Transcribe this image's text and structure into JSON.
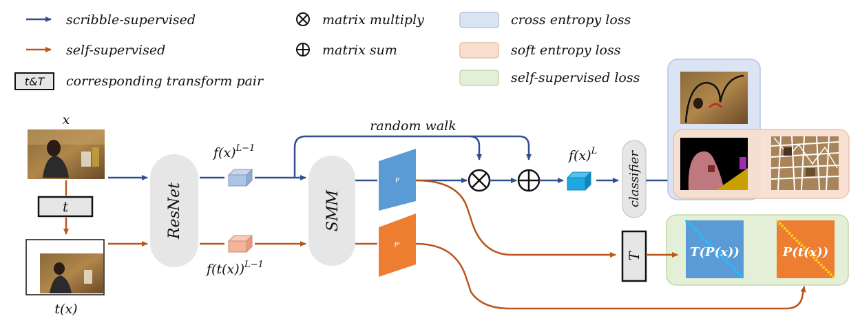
{
  "legend": {
    "scribble": "scribble-supervised",
    "self": "self-supervised",
    "transform_box": "t&T",
    "transform_label": "corresponding transform pair",
    "matmul": "matrix multiply",
    "matsum": "matrix sum",
    "ce_loss": "cross entropy loss",
    "soft_loss": "soft entropy loss",
    "ss_loss": "self-supervised loss"
  },
  "diagram": {
    "input_x": "x",
    "input_tx": "t(x)",
    "transform_t": "t",
    "transform_T": "T",
    "backbone": "ResNet",
    "feat_top": "f(x)",
    "feat_top_sup": "L−1",
    "feat_bottom": "f(t(x))",
    "feat_bottom_sup": "L−1",
    "smm": "SMM",
    "random_walk": "random walk",
    "p_label": "P",
    "p_prime_label": "P'",
    "feat_final": "f(x)",
    "feat_final_sup": "L",
    "classifier": "classifier",
    "tpx": "T(P(x))",
    "ptx": "P(t(x))"
  },
  "colors": {
    "scribble_arrow": "#2f4f8f",
    "self_arrow": "#b8561b",
    "ce_bg": "#dbe4f3",
    "soft_bg": "#f8dfcf",
    "ss_bg": "#e3efd6",
    "p_blue": "#5b9bd5",
    "p_orange": "#ed7d31"
  }
}
